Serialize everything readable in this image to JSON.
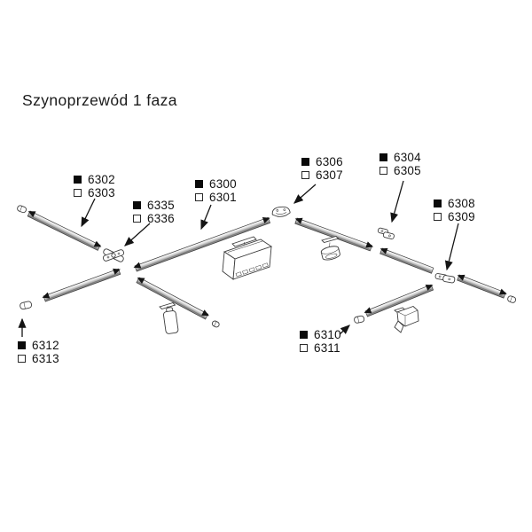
{
  "page": {
    "title": "Szynoprzewód 1 faza",
    "background_color": "#ffffff",
    "ink_color": "#1a1a1a",
    "rail_color": "#9a9a9a"
  },
  "legend_markers": {
    "filled_square_icon": "black-filled-square",
    "open_square_icon": "white-outlined-square"
  },
  "labels": [
    {
      "filled": "6302",
      "open": "6303"
    },
    {
      "filled": "6335",
      "open": "6336"
    },
    {
      "filled": "6300",
      "open": "6301"
    },
    {
      "filled": "6306",
      "open": "6307"
    },
    {
      "filled": "6304",
      "open": "6305"
    },
    {
      "filled": "6308",
      "open": "6309"
    },
    {
      "filled": "6312",
      "open": "6313"
    },
    {
      "filled": "6310",
      "open": "6311"
    }
  ]
}
